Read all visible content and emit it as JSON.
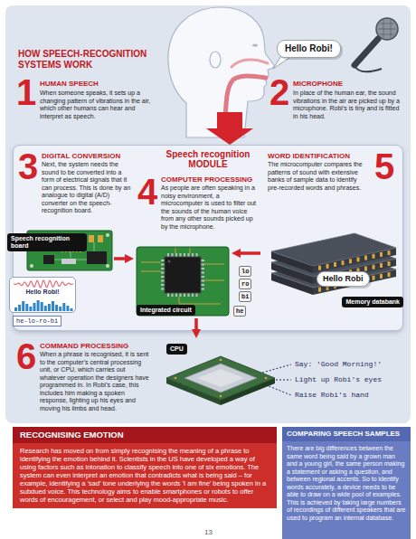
{
  "diagram": {
    "title": "HOW SPEECH-RECOGNITION SYSTEMS WORK",
    "nodes": [
      {
        "text": [
          "Hello Robi!"
        ]
      },
      {
        "text": [
          "Speech recognition MODULE"
        ]
      },
      {
        "text": [
          "Speech recognition board"
        ],
        "in": 1
      },
      {
        "text": [
          "Hello Robi!"
        ],
        "in": 1
      },
      {
        "text": [
          "he-lo-ro-bi"
        ],
        "in": 1
      },
      {
        "text": [
          "Integrated circuit"
        ],
        "in": 1
      },
      {
        "text": [
          "he"
        ],
        "in": 1
      },
      {
        "text": [
          "lo"
        ],
        "in": 1
      },
      {
        "text": [
          "ro"
        ],
        "in": 1
      },
      {
        "text": [
          "bi"
        ],
        "in": 1
      },
      {
        "text": [
          "Memory databank"
        ],
        "in": 1
      },
      {
        "text": [
          "Hello Robi"
        ],
        "in": 1
      },
      {
        "text": [
          "CPU"
        ]
      },
      {
        "text": [
          "RECOGNISING EMOTION",
          "Research has moved on from simply recognising the meaning of a phrase to identifying the emotion behind it. Scientists in the US have developed a way of using factors such as intonation to classify speech into one of six emotions. The system can even interpret an emotion that contradicts what is being said – for example, identifying a 'sad' tone underlying the words 'I am fine' being spoken in a subdued voice. This technology aims to enable smartphones or robots to offer words of encouragement, or select and play mood-appropriate music."
        ]
      },
      {
        "text": [
          "COMPARING SPEECH SAMPLES",
          "There are big differences between the same word being said by a grown man and a young girl, the same person making a statement or asking a question, and between regional accents. So to identify words accurately, a device needs to be able to draw on a wide pool of examples. This is achieved by taking large numbers of recordings of different speakers that are used to program an internal database."
        ]
      }
    ],
    "edges": [
      {
        "from": 2,
        "to": 5,
        "arrow": "to"
      },
      {
        "from": 10,
        "to": 5,
        "arrow": "to"
      },
      {
        "from": 5,
        "to": 12,
        "arrow": "to"
      }
    ],
    "labels": [
      "1",
      "HUMAN SPEECH",
      "When someone speaks, it sets up a changing pattern of vibrations in the air, which other humans can hear and interpret as speech.",
      "2",
      "MICROPHONE",
      "In place of the human ear, the sound vibrations in the air are picked up by a microphone. Robi's is tiny and is fitted in his head.",
      "3",
      "DIGITAL CONVERSION",
      "Next, the system needs the sound to be converted into a form of electrical signals that it can process. This is done by an analogue to digital (A/D) converter on the speech-recognition board.",
      "4",
      "COMPUTER PROCESSING",
      "As people are often speaking in a noisy environment, a microcomputer is used to filter out the sounds of the human voice from any other sounds picked up by the microphone.",
      "5",
      "WORD IDENTIFICATION",
      "The microcomputer compares the patterns of sound with extensive banks of sample data to identify pre-recorded words and phrases.",
      "6",
      "COMMAND PROCESSING",
      "When a phrase is recognised, it is sent to the computer's central processing unit, or CPU, which carries out whatever operation the designers have programmed in. In Robi's case, this includes him making a spoken response, lighting up his eyes and moving his limbs and head.",
      "Say: 'Good Morning!'",
      "Light up Robi's eyes",
      "Raise Robi's hand",
      "13"
    ]
  }
}
